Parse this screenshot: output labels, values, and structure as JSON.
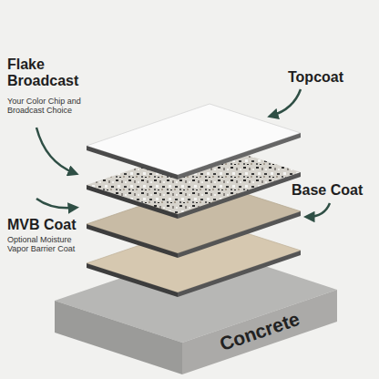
{
  "diagram": {
    "nodes": [
      {
        "text": [
          "Concrete"
        ]
      }
    ],
    "labels": [
      "Flake Broadcast",
      "Your Color Chip and Broadcast Choice",
      "Topcoat",
      "Base Coat",
      "MVB Coat",
      "Optional Moisture Vapor Barrier Coat"
    ]
  }
}
